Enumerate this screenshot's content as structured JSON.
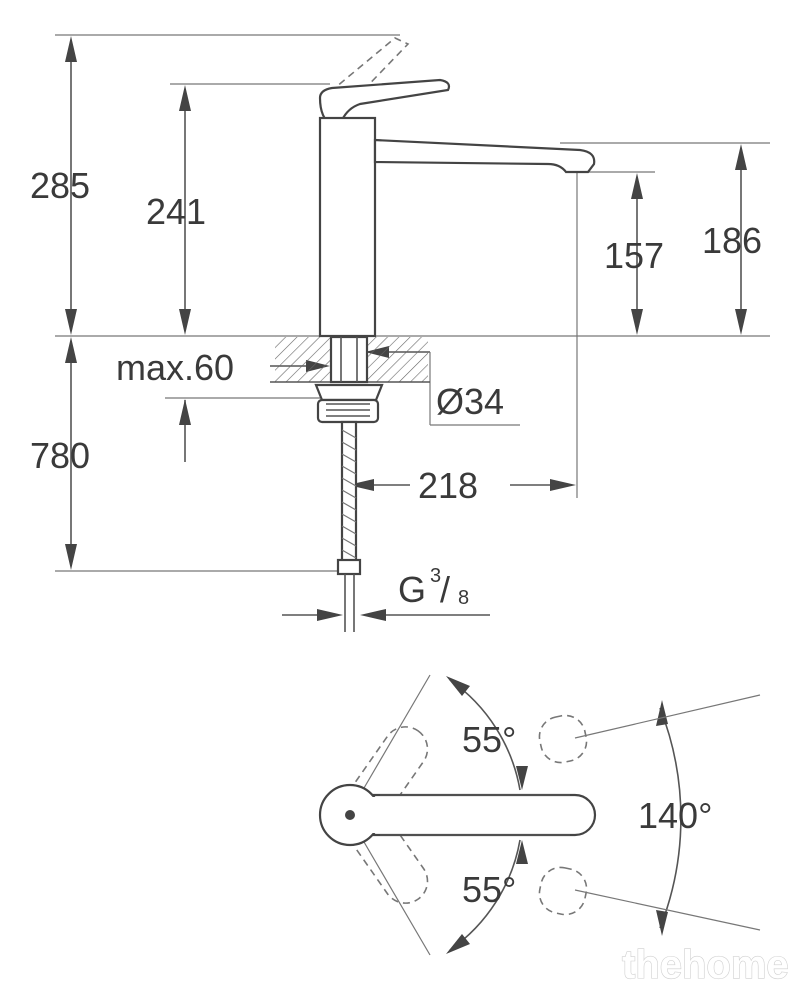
{
  "dimensions": {
    "total_height": "285",
    "spout_height": "241",
    "outlet_height": "157",
    "top_height": "186",
    "deck_thickness": "max.60",
    "hole_diameter": "Ø34",
    "hose_length": "780",
    "spout_reach": "218",
    "connection_thread_letter": "G",
    "connection_thread_num": "3",
    "connection_thread_den": "8",
    "swivel_angle_upper": "55°",
    "swivel_angle_lower": "55°",
    "swivel_total": "140°"
  },
  "watermark": "thehome"
}
